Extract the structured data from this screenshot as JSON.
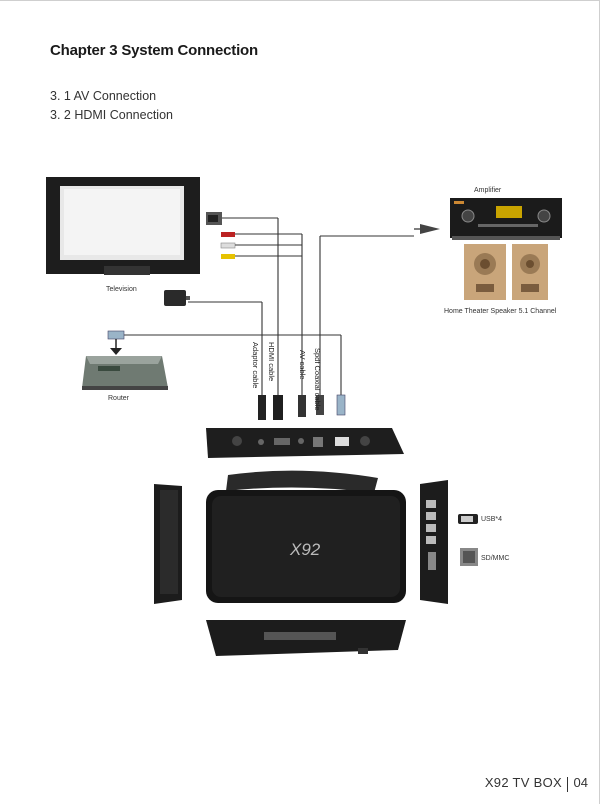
{
  "chapter_title": "Chapter 3 System Connection",
  "sections": [
    "3. 1 AV Connection",
    "3. 2 HDMI Connection"
  ],
  "labels": {
    "television": "Television",
    "router": "Router",
    "amplifier": "Amplifier",
    "speakers": "Home Theater Speaker 5.1 Channel",
    "adaptor_cable": "Adaptor cable",
    "hdmi_cable": "HDMI cable",
    "av_cable": "AV cable",
    "spdif_cable": "Spdf Coaxial cable",
    "usb": "USB*4",
    "sd": "SD/MMC",
    "device_logo": "X92"
  },
  "footer": {
    "brand": "X92 TV BOX",
    "page": "04"
  }
}
